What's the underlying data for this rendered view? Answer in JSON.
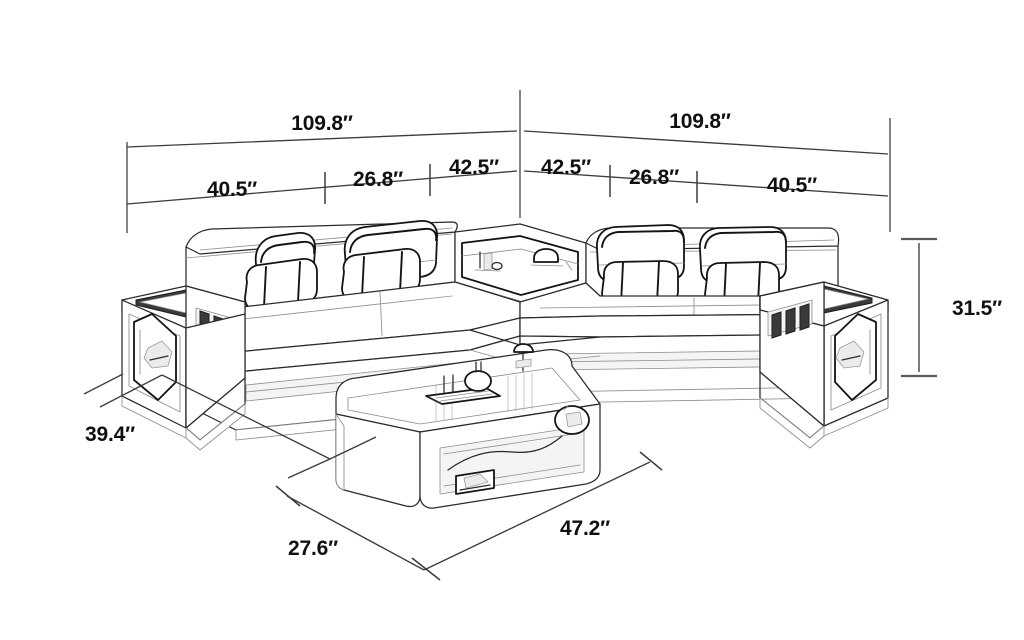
{
  "document": {
    "type": "technical-dimension-drawing",
    "subject": "L-shaped sectional sofa with coffee table",
    "background_color": "#ffffff",
    "line_color": "#2b2b2b",
    "text_color": "#101010",
    "unit_symbol": "″"
  },
  "dimensions": {
    "left_overall": {
      "label": "109.8″",
      "value": 109.8,
      "name": "left-section-overall-width"
    },
    "right_overall": {
      "label": "109.8″",
      "value": 109.8,
      "name": "right-section-overall-width"
    },
    "left_segments": [
      {
        "label": "40.5″",
        "value": 40.5,
        "name": "left-seat-segment"
      },
      {
        "label": "26.8″",
        "value": 26.8,
        "name": "left-middle-segment"
      },
      {
        "label": "42.5″",
        "value": 42.5,
        "name": "left-corner-segment"
      }
    ],
    "right_segments": [
      {
        "label": "42.5″",
        "value": 42.5,
        "name": "right-corner-segment"
      },
      {
        "label": "26.8″",
        "value": 26.8,
        "name": "right-middle-segment"
      },
      {
        "label": "40.5″",
        "value": 40.5,
        "name": "right-seat-segment"
      }
    ],
    "depth": {
      "label": "39.4″",
      "value": 39.4,
      "name": "sofa-depth"
    },
    "height": {
      "label": "31.5″",
      "value": 31.5,
      "name": "sofa-height"
    },
    "table_width": {
      "label": "47.2″",
      "value": 47.2,
      "name": "coffee-table-width"
    },
    "table_depth": {
      "label": "27.6″",
      "value": 27.6,
      "name": "coffee-table-depth"
    }
  }
}
